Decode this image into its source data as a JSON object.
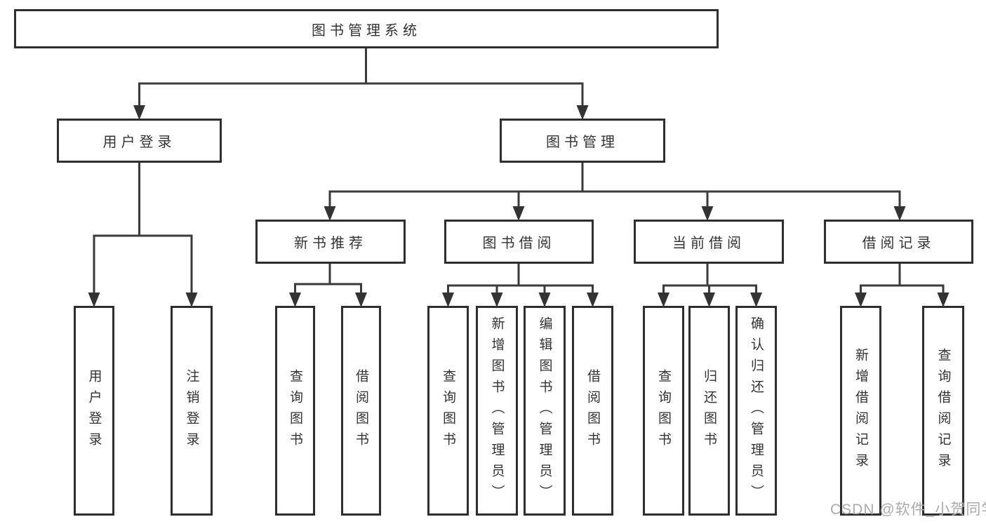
{
  "diagram": {
    "root": {
      "label": "图书管理系统"
    },
    "branches": [
      {
        "label": "用户登录",
        "children": [
          {
            "label": "用户登录"
          },
          {
            "label": "注销登录"
          }
        ]
      },
      {
        "label": "图书管理",
        "children": [
          {
            "label": "新书推荐",
            "children": [
              {
                "label": "查询图书"
              },
              {
                "label": "借阅图书"
              }
            ]
          },
          {
            "label": "图书借阅",
            "children": [
              {
                "label": "查询图书"
              },
              {
                "label": "新增图书（管理员）"
              },
              {
                "label": "编辑图书（管理员）"
              },
              {
                "label": "借阅图书"
              }
            ]
          },
          {
            "label": "当前借阅",
            "children": [
              {
                "label": "查询图书"
              },
              {
                "label": "归还图书"
              },
              {
                "label": "确认归还（管理员）"
              }
            ]
          },
          {
            "label": "借阅记录",
            "children": [
              {
                "label": "新增借阅记录"
              },
              {
                "label": "查询借阅记录"
              }
            ]
          }
        ]
      }
    ]
  },
  "watermark": {
    "text": "CSDN @软件_小贺同学"
  },
  "colors": {
    "line": "#3a3a3a",
    "border": "#2e2e2e",
    "text": "#333333",
    "watermark": "#ababab",
    "background": "#ffffff"
  }
}
